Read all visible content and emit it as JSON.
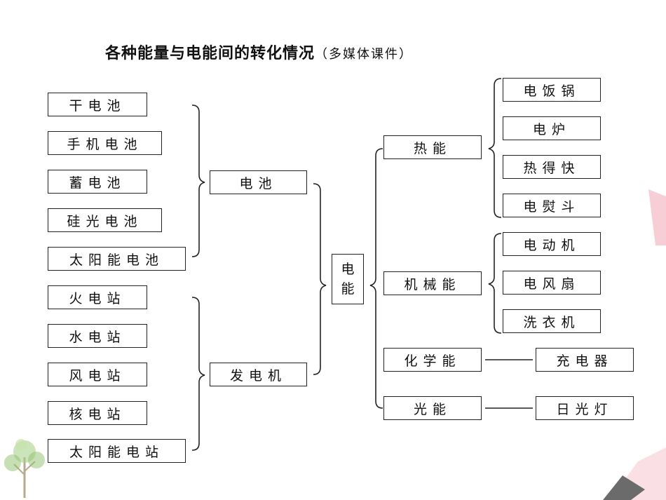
{
  "title": "各种能量与电能间的转化情况",
  "subtitle": "（多媒体课件）",
  "diagram": {
    "sources": {
      "battery_types": [
        "干电池",
        "手机电池",
        "蓄电池",
        "硅光电池",
        "太阳能电池"
      ],
      "station_types": [
        "火电站",
        "水电站",
        "风电站",
        "核电站",
        "太阳能电站"
      ],
      "battery": "电池",
      "generator": "发电机"
    },
    "center": [
      "电",
      "能"
    ],
    "outputs": {
      "heat": {
        "label": "热能",
        "examples": [
          "电饭锅",
          "电炉",
          "热得快",
          "电熨斗"
        ]
      },
      "mechanical": {
        "label": "机械能",
        "examples": [
          "电动机",
          "电风扇",
          "洗衣机"
        ]
      },
      "chemical": {
        "label": "化学能",
        "example": "充电器"
      },
      "light": {
        "label": "光能",
        "example": "日光灯"
      }
    }
  },
  "colors": {
    "line": "#222222",
    "deco_pink": "#f7c9d2",
    "deco_gray": "#6b6b6b",
    "deco_green": "#8fbf6a"
  }
}
